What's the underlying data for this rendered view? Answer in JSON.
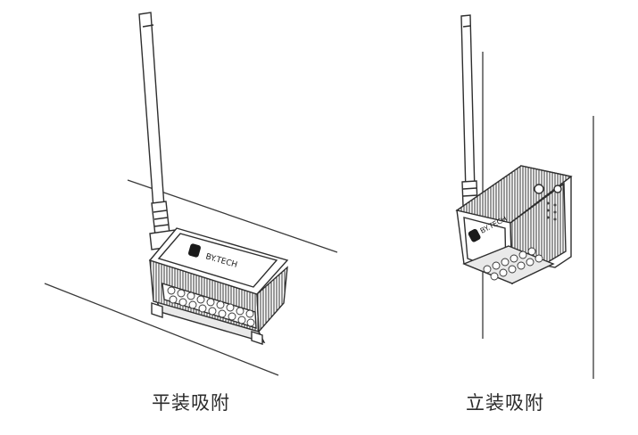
{
  "brand": {
    "logo_text": "BY.TECH"
  },
  "captions": {
    "flat_mount": "平装吸附",
    "vertical_mount": "立装吸附"
  },
  "colors": {
    "line": "#2f2f2f",
    "fill": "#ffffff",
    "shade": "#e9e9e9"
  },
  "icons": [
    "antenna-icon",
    "device-icon",
    "logo-icon"
  ]
}
